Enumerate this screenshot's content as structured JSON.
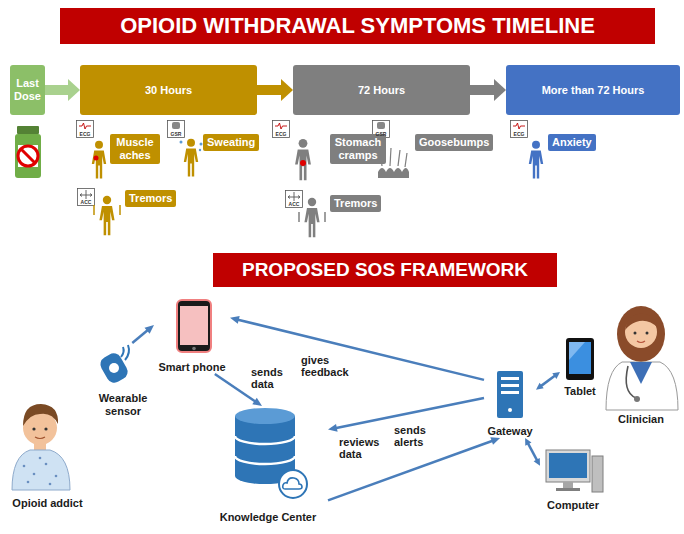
{
  "diagram": {
    "title": "OPIOID WITHDRAWAL SYMPTOMS TIMELINE",
    "nodes": [
      {
        "text": [
          "Last Dose"
        ]
      },
      {
        "text": [
          "30 Hours"
        ]
      },
      {
        "text": [
          "72 Hours"
        ]
      },
      {
        "text": [
          "More than 72 Hours"
        ]
      },
      {
        "text": [
          "Muscle aches"
        ]
      },
      {
        "text": [
          "Sweating"
        ]
      },
      {
        "text": [
          "Tremors"
        ]
      },
      {
        "text": [
          "Stomach cramps"
        ]
      },
      {
        "text": [
          "Goosebumps"
        ]
      },
      {
        "text": [
          "Tremors"
        ]
      },
      {
        "text": [
          "Anxiety"
        ]
      },
      {
        "text": [
          "Smart phone"
        ]
      },
      {
        "text": [
          "Wearable sensor"
        ]
      },
      {
        "text": [
          "Gateway"
        ]
      },
      {
        "text": [
          "Tablet"
        ]
      },
      {
        "text": [
          "Clinician"
        ]
      },
      {
        "text": [
          "Opioid addict"
        ]
      },
      {
        "text": [
          "Knowledge Center"
        ]
      },
      {
        "text": [
          "Computer"
        ]
      }
    ],
    "edges": [
      {
        "from": 0,
        "to": 1,
        "arrow": "to"
      },
      {
        "from": 1,
        "to": 2,
        "arrow": "to"
      },
      {
        "from": 2,
        "to": 3,
        "arrow": "to"
      },
      {
        "from": 12,
        "to": 11,
        "arrow": "to"
      },
      {
        "from": 11,
        "to": 17,
        "label": "sends data",
        "arrow": "to"
      },
      {
        "from": 13,
        "to": 11,
        "label": "gives feedback",
        "arrow": "to"
      },
      {
        "from": 13,
        "to": 17,
        "label": "reviews data",
        "arrow": "to"
      },
      {
        "from": 17,
        "to": 13,
        "label": "sends alerts",
        "arrow": "to"
      },
      {
        "from": 13,
        "to": 14,
        "arrow": "both"
      },
      {
        "from": 13,
        "to": 18,
        "arrow": "both"
      }
    ],
    "labels": [
      "ECG",
      "GSR",
      "ECG",
      "GSR",
      "ECG",
      "ACC",
      "ACC",
      "PROPOSED SOS FRAMEWORK"
    ]
  }
}
